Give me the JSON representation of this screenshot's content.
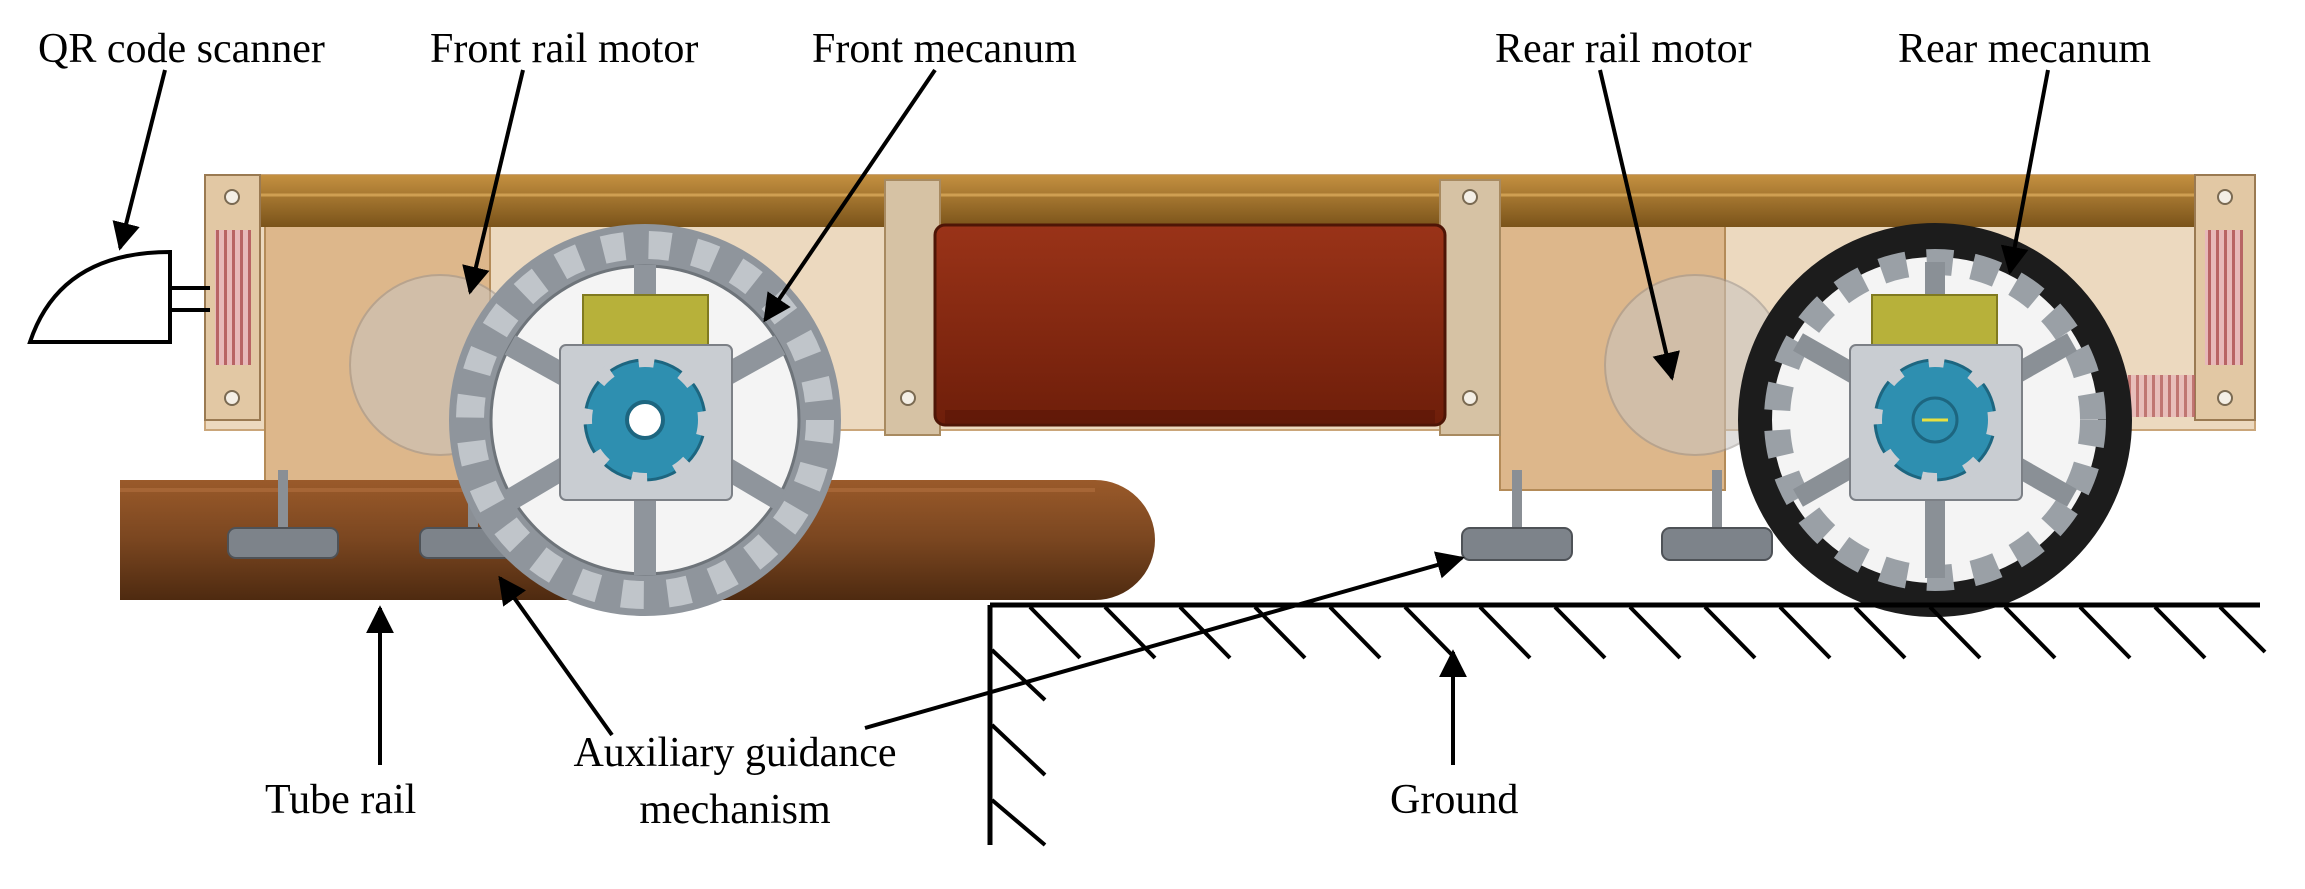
{
  "labels": {
    "qr_scanner": "QR code scanner",
    "front_rail_motor": "Front rail motor",
    "front_mecanum": "Front mecanum",
    "rear_rail_motor": "Rear rail motor",
    "rear_mecanum": "Rear mecanum",
    "tube_rail": "Tube rail",
    "aux_guidance_line1": "Auxiliary guidance",
    "aux_guidance_line2": "mechanism",
    "ground": "Ground"
  },
  "colors": {
    "frame": "#a8772c",
    "frame_dark": "#7a531a",
    "panel": "#d9b48a",
    "battery": "#8a2a12",
    "rail": "#7a4620",
    "hub": "#2e8fb0",
    "bracket": "#b7b13a",
    "wheel_front": "#8f959c",
    "wheel_rear": "#1c1c1c",
    "spring": "#c47878",
    "rubber_pad": "#7d838a"
  }
}
